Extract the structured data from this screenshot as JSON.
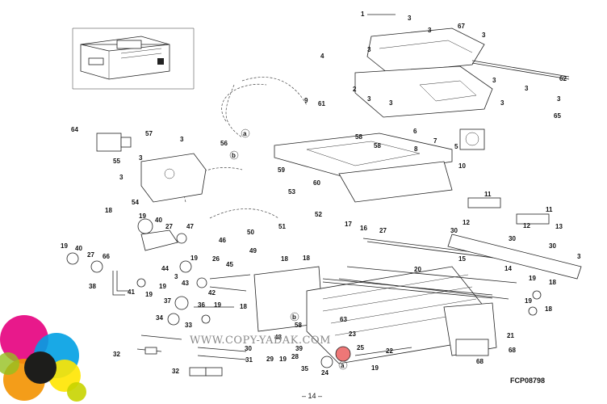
{
  "figure_code": "FCP08798",
  "page_number": "– 14 –",
  "watermark": "WWW.COPY-YADAK.COM",
  "labels": [
    "1",
    "3",
    "3",
    "67",
    "3",
    "4",
    "3",
    "2",
    "3",
    "3",
    "62",
    "3",
    "3",
    "3",
    "65",
    "9",
    "61",
    "3",
    "6",
    "7",
    "58",
    "8",
    "5",
    "58",
    "10",
    "64",
    "57",
    "3",
    "56",
    "3",
    "55",
    "3",
    "54",
    "59",
    "60",
    "18",
    "19",
    "40",
    "27",
    "47",
    "53",
    "52",
    "51",
    "50",
    "17",
    "16",
    "27",
    "11",
    "11",
    "12",
    "12",
    "13",
    "30",
    "30",
    "30",
    "14",
    "19",
    "40",
    "27",
    "66",
    "26",
    "49",
    "46",
    "19",
    "44",
    "45",
    "18",
    "18",
    "20",
    "15",
    "38",
    "41",
    "19",
    "43",
    "42",
    "19",
    "3",
    "19",
    "18",
    "37",
    "36",
    "19",
    "18",
    "34",
    "33",
    "58",
    "63",
    "21",
    "32",
    "31",
    "30",
    "29",
    "28",
    "25",
    "22",
    "68",
    "32",
    "35",
    "24",
    "19",
    "68",
    "3",
    "39",
    "48",
    "a",
    "b",
    "a",
    "b",
    "19",
    "19",
    "18",
    "23"
  ]
}
